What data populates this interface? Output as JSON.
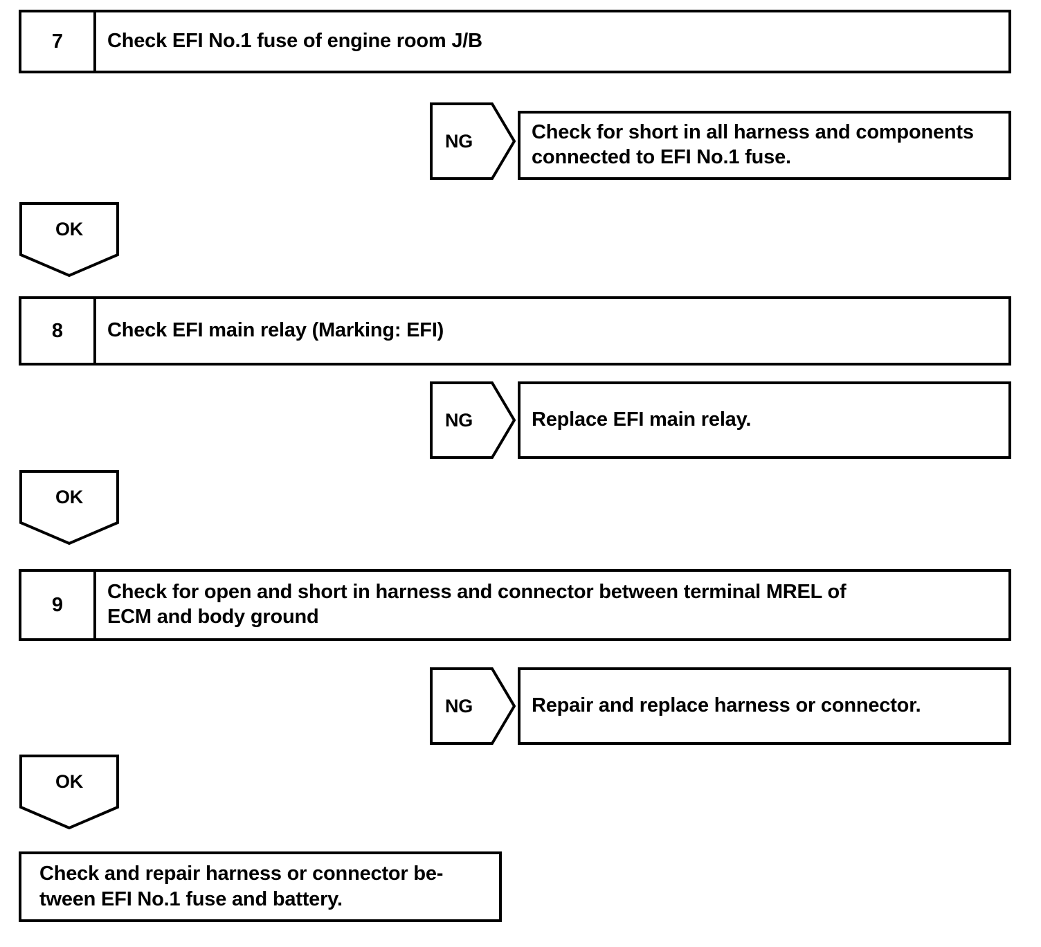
{
  "diagram": {
    "type": "troubleshooting-flowchart",
    "line_color": "#000000",
    "background_color": "#ffffff",
    "text_color": "#000000",
    "branch_labels": {
      "fail": "NG",
      "pass": "OK"
    },
    "steps": [
      {
        "number": "7",
        "instruction": "Check EFI No.1 fuse of engine room J/B",
        "ng_label": "NG",
        "ng_action": "Check for short in all harness and components\nconnected to EFI No.1 fuse.",
        "ok_label": "OK"
      },
      {
        "number": "8",
        "instruction": "Check EFI main relay (Marking: EFI)",
        "ng_label": "NG",
        "ng_action": "Replace EFI main relay.",
        "ok_label": "OK"
      },
      {
        "number": "9",
        "instruction": "Check for open and short in harness and connector between terminal MREL of\nECM and body ground",
        "ng_label": "NG",
        "ng_action": "Repair and replace harness or connector.",
        "ok_label": "OK"
      }
    ],
    "conclusion": {
      "text": "Check and repair harness or connector be-\ntween EFI No.1 fuse and battery."
    }
  }
}
